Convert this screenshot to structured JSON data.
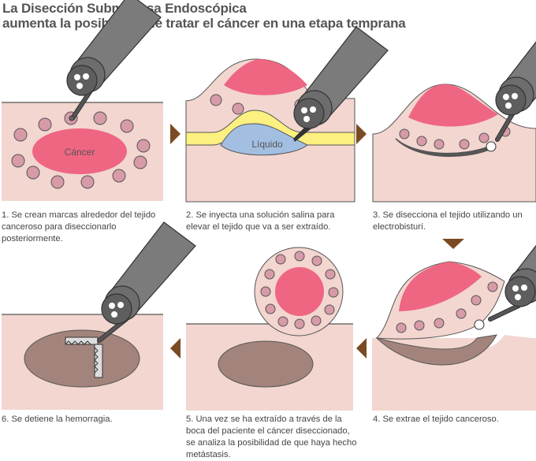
{
  "title": {
    "line1": "La Disección Submucosa Endoscópica",
    "line2": "aumenta la posibilidad de tratar el cáncer en una etapa temprana"
  },
  "colors": {
    "tissue": "#f2d6cf",
    "cancer": "#ef6682",
    "marker": "#d79ba8",
    "liquid": "#a2bfe2",
    "submucosa": "#fbf080",
    "wound": "#a3847c",
    "arrow": "#7a4a22",
    "scope": "#7b7b7b"
  },
  "steps": [
    {
      "id": 1,
      "caption": "1. Se crean marcas alrededor del tejido canceroso para diseccionarlo posteriormente.",
      "label": "Cáncer"
    },
    {
      "id": 2,
      "caption": "2. Se inyecta una solución salina para elevar el tejido que va a ser extraído.",
      "label": "Líquido"
    },
    {
      "id": 3,
      "caption": "3. Se disecciona el tejido utilizando un electrobisturí."
    },
    {
      "id": 4,
      "caption": "4. Se extrae el tejido canceroso."
    },
    {
      "id": 5,
      "caption": "5. Una vez se ha extraído a través de la boca del paciente el cáncer diseccionado, se analiza la posibilidad de que haya hecho metástasis."
    },
    {
      "id": 6,
      "caption": "6. Se detiene la hemorragia."
    }
  ]
}
